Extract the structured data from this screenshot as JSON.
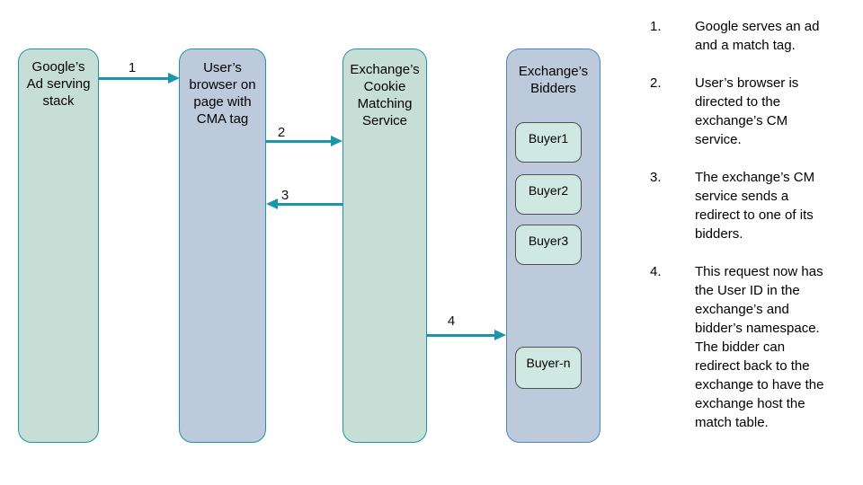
{
  "colors": {
    "teal_accent": "#1b95a9",
    "blue_border": "#4a86c8",
    "green_fill": "#c6ded6",
    "blue_fill": "#bdcadb",
    "buyer_fill": "#cfe8e2",
    "text": "#000000",
    "background": "#ffffff"
  },
  "diagram": {
    "nodes": [
      {
        "id": "google",
        "label": "Google’s\nAd serving\nstack"
      },
      {
        "id": "browser",
        "label": "User’s\nbrowser on\npage with\nCMA tag"
      },
      {
        "id": "cm",
        "label": "Exchange’s\nCookie\nMatching\nService"
      },
      {
        "id": "bidders",
        "label": "Exchange’s\nBidders"
      }
    ],
    "buyers": [
      "Buyer1",
      "Buyer2",
      "Buyer3",
      "Buyer-n"
    ],
    "arrows": [
      {
        "label": "1",
        "from": "google",
        "to": "browser"
      },
      {
        "label": "2",
        "from": "browser",
        "to": "cm"
      },
      {
        "label": "3",
        "from": "cm",
        "to": "browser"
      },
      {
        "label": "4",
        "from": "cm",
        "to": "bidders"
      }
    ]
  },
  "steps": [
    {
      "number": "1.",
      "text": "Google serves an ad\nand a match tag."
    },
    {
      "number": "2.",
      "text": "User’s browser is\ndirected to the\nexchange’s CM\nservice."
    },
    {
      "number": "3.",
      "text": "The exchange’s CM\nservice sends a\nredirect to one of its\nbidders."
    },
    {
      "number": "4.",
      "text": "This request now has\nthe User ID in the\nexchange’s and\nbidder’s namespace.\nThe bidder can\nredirect back to the\nexchange to have the\nexchange host the\nmatch table."
    }
  ]
}
